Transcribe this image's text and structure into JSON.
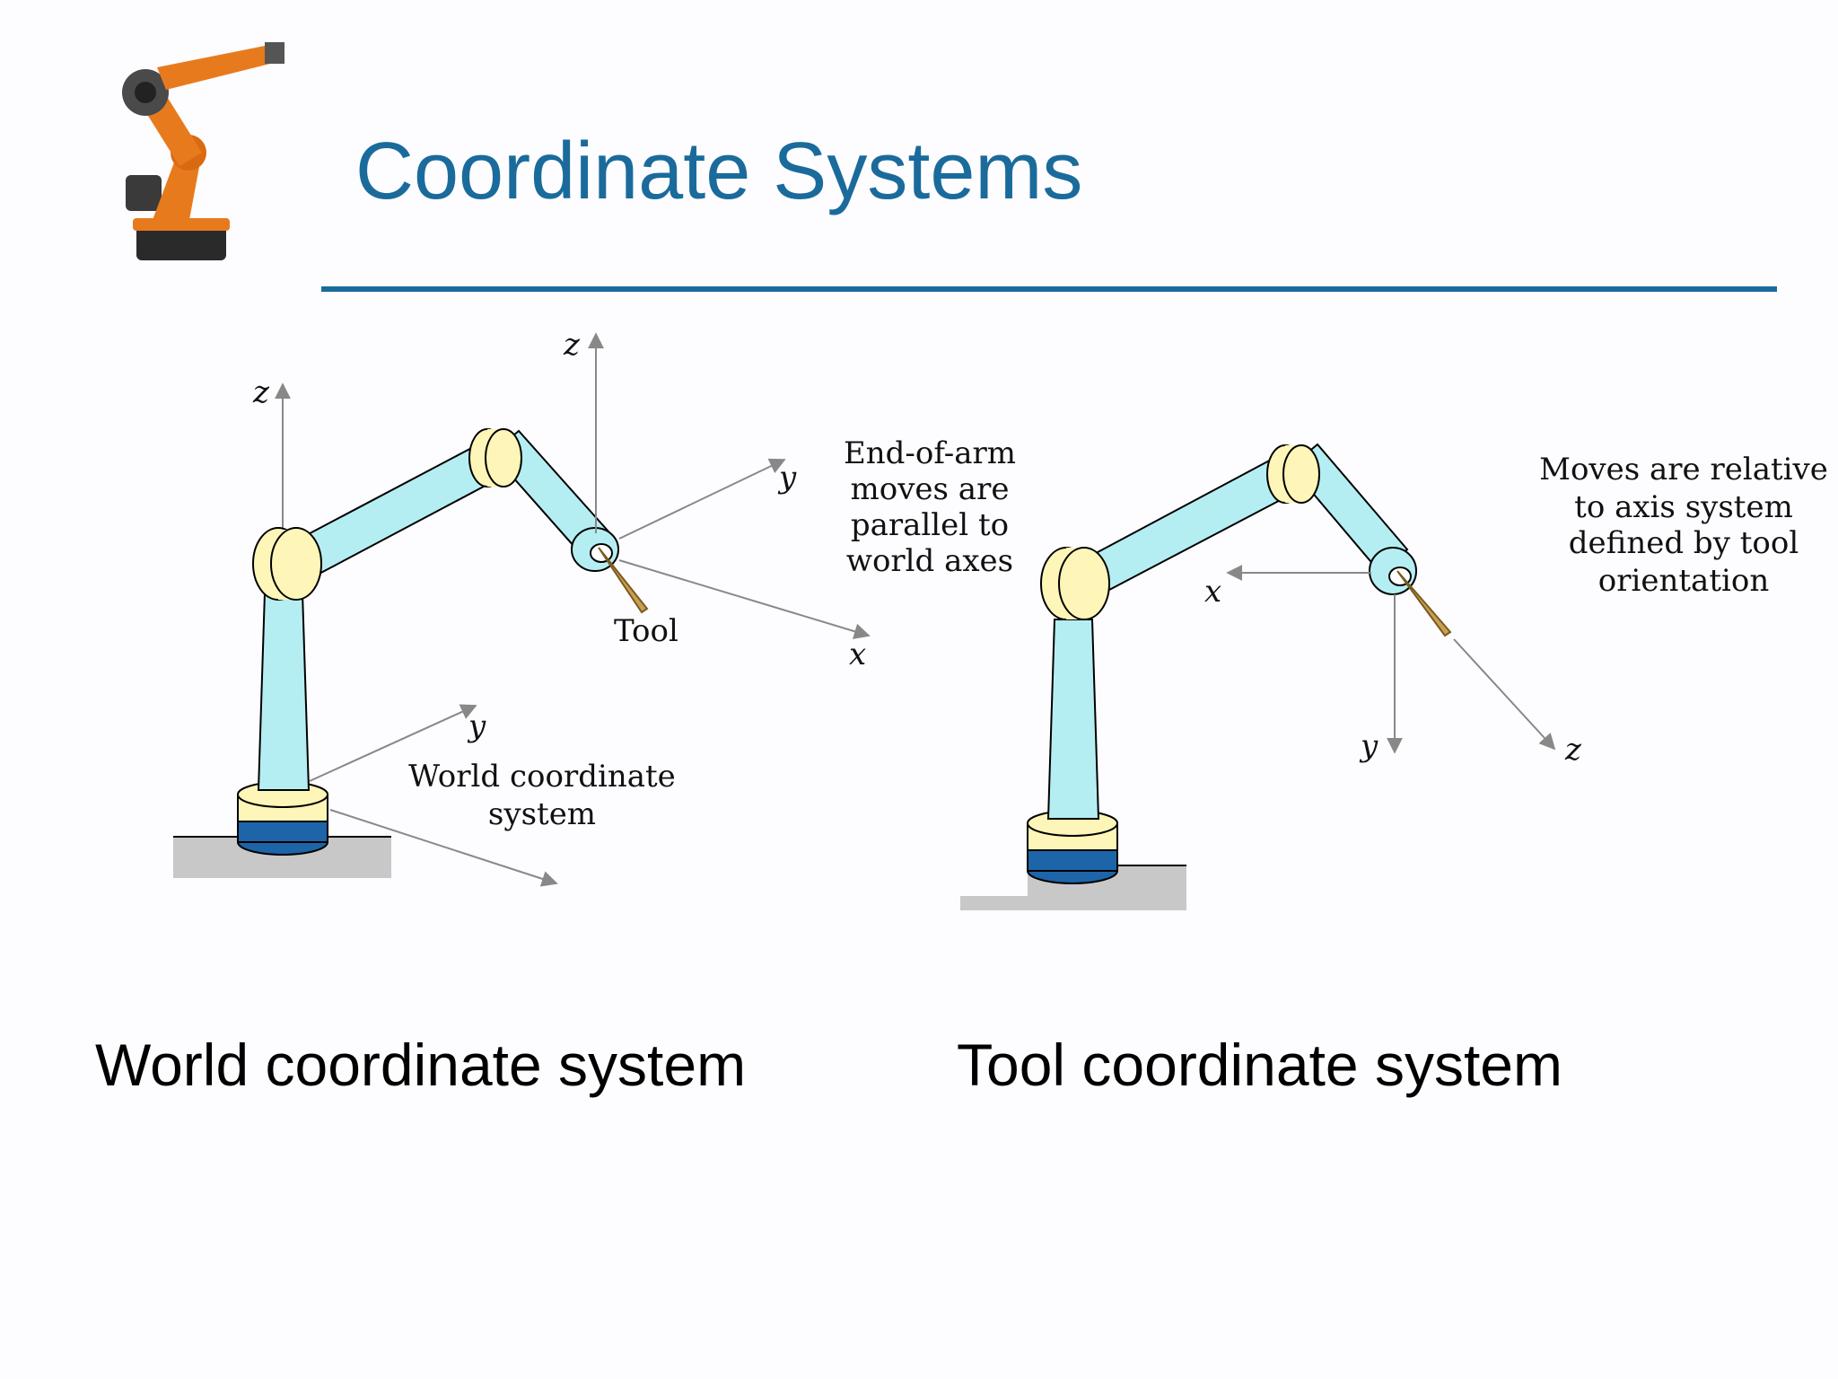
{
  "slide": {
    "title": "Coordinate Systems"
  },
  "world_diagram": {
    "axis_labels": {
      "base_z": "z",
      "base_y": "y",
      "tool_z": "z",
      "tool_y": "y",
      "tool_x": "x"
    },
    "tool_label": "Tool",
    "world_label": [
      "World coordinate",
      "system"
    ],
    "note": [
      "End-of-arm",
      "moves are",
      "parallel to",
      "world axes"
    ]
  },
  "tool_diagram": {
    "axis_labels": {
      "x": "x",
      "y": "y",
      "z": "z"
    },
    "note": [
      "Moves are relative",
      "to axis system",
      "defined by tool",
      "orientation"
    ]
  },
  "captions": {
    "left": "World coordinate system",
    "right": "Tool coordinate system"
  },
  "colors": {
    "title": "#1a6b9c",
    "arm": "#b5eef2",
    "joint": "#fdf6b8",
    "base_ring": "#1d64a8",
    "floor": "#c8c8c8",
    "robot_logo": "#e87a1e"
  }
}
